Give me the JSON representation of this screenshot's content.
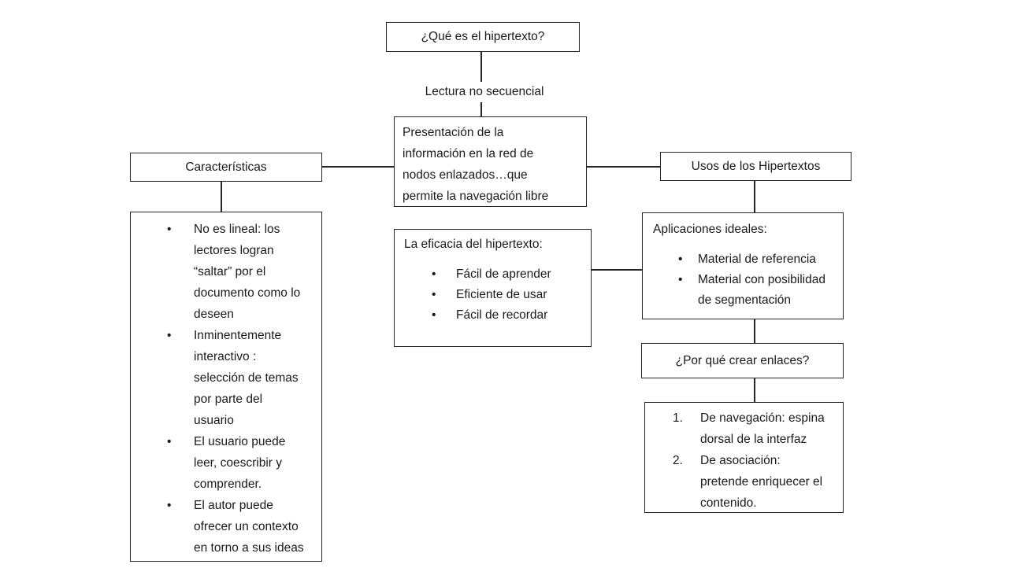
{
  "colors": {
    "background": "#ffffff",
    "line": "#262626",
    "text": "#1a1a1a"
  },
  "diagram": {
    "root": {
      "title": "¿Qué es el hipertexto?"
    },
    "connector_label": "Lectura no secuencial",
    "definition": {
      "lines": [
        "Presentación de la",
        "información en la red de",
        "nodos enlazados…que",
        "permite la navegación libre"
      ]
    },
    "caracteristicas": {
      "title": "Características",
      "items": [
        [
          "No es lineal: los",
          "lectores logran",
          "“saltar” por el",
          "documento como lo",
          "deseen"
        ],
        [
          "Inminentemente",
          "interactivo :",
          "selección de temas",
          "por parte del",
          "usuario"
        ],
        [
          "El usuario puede",
          "leer, coescribir y",
          "comprender."
        ],
        [
          "El autor puede",
          "ofrecer un contexto",
          "en torno a sus ideas"
        ]
      ]
    },
    "eficacia": {
      "title": "La eficacia del hipertexto:",
      "items": [
        "Fácil de aprender",
        "Eficiente de usar",
        "Fácil de recordar"
      ]
    },
    "usos": {
      "title": "Usos de los Hipertextos"
    },
    "aplicaciones": {
      "title": "Aplicaciones ideales:",
      "items": [
        [
          "Material de referencia"
        ],
        [
          "Material con posibilidad",
          "de segmentación"
        ]
      ]
    },
    "enlaces_pregunta": {
      "title": "¿Por qué crear enlaces?"
    },
    "enlaces_tipos": {
      "items": [
        [
          "De navegación: espina",
          "dorsal de la interfaz"
        ],
        [
          "De asociación:",
          "pretende enriquecer el",
          "contenido."
        ]
      ]
    }
  }
}
